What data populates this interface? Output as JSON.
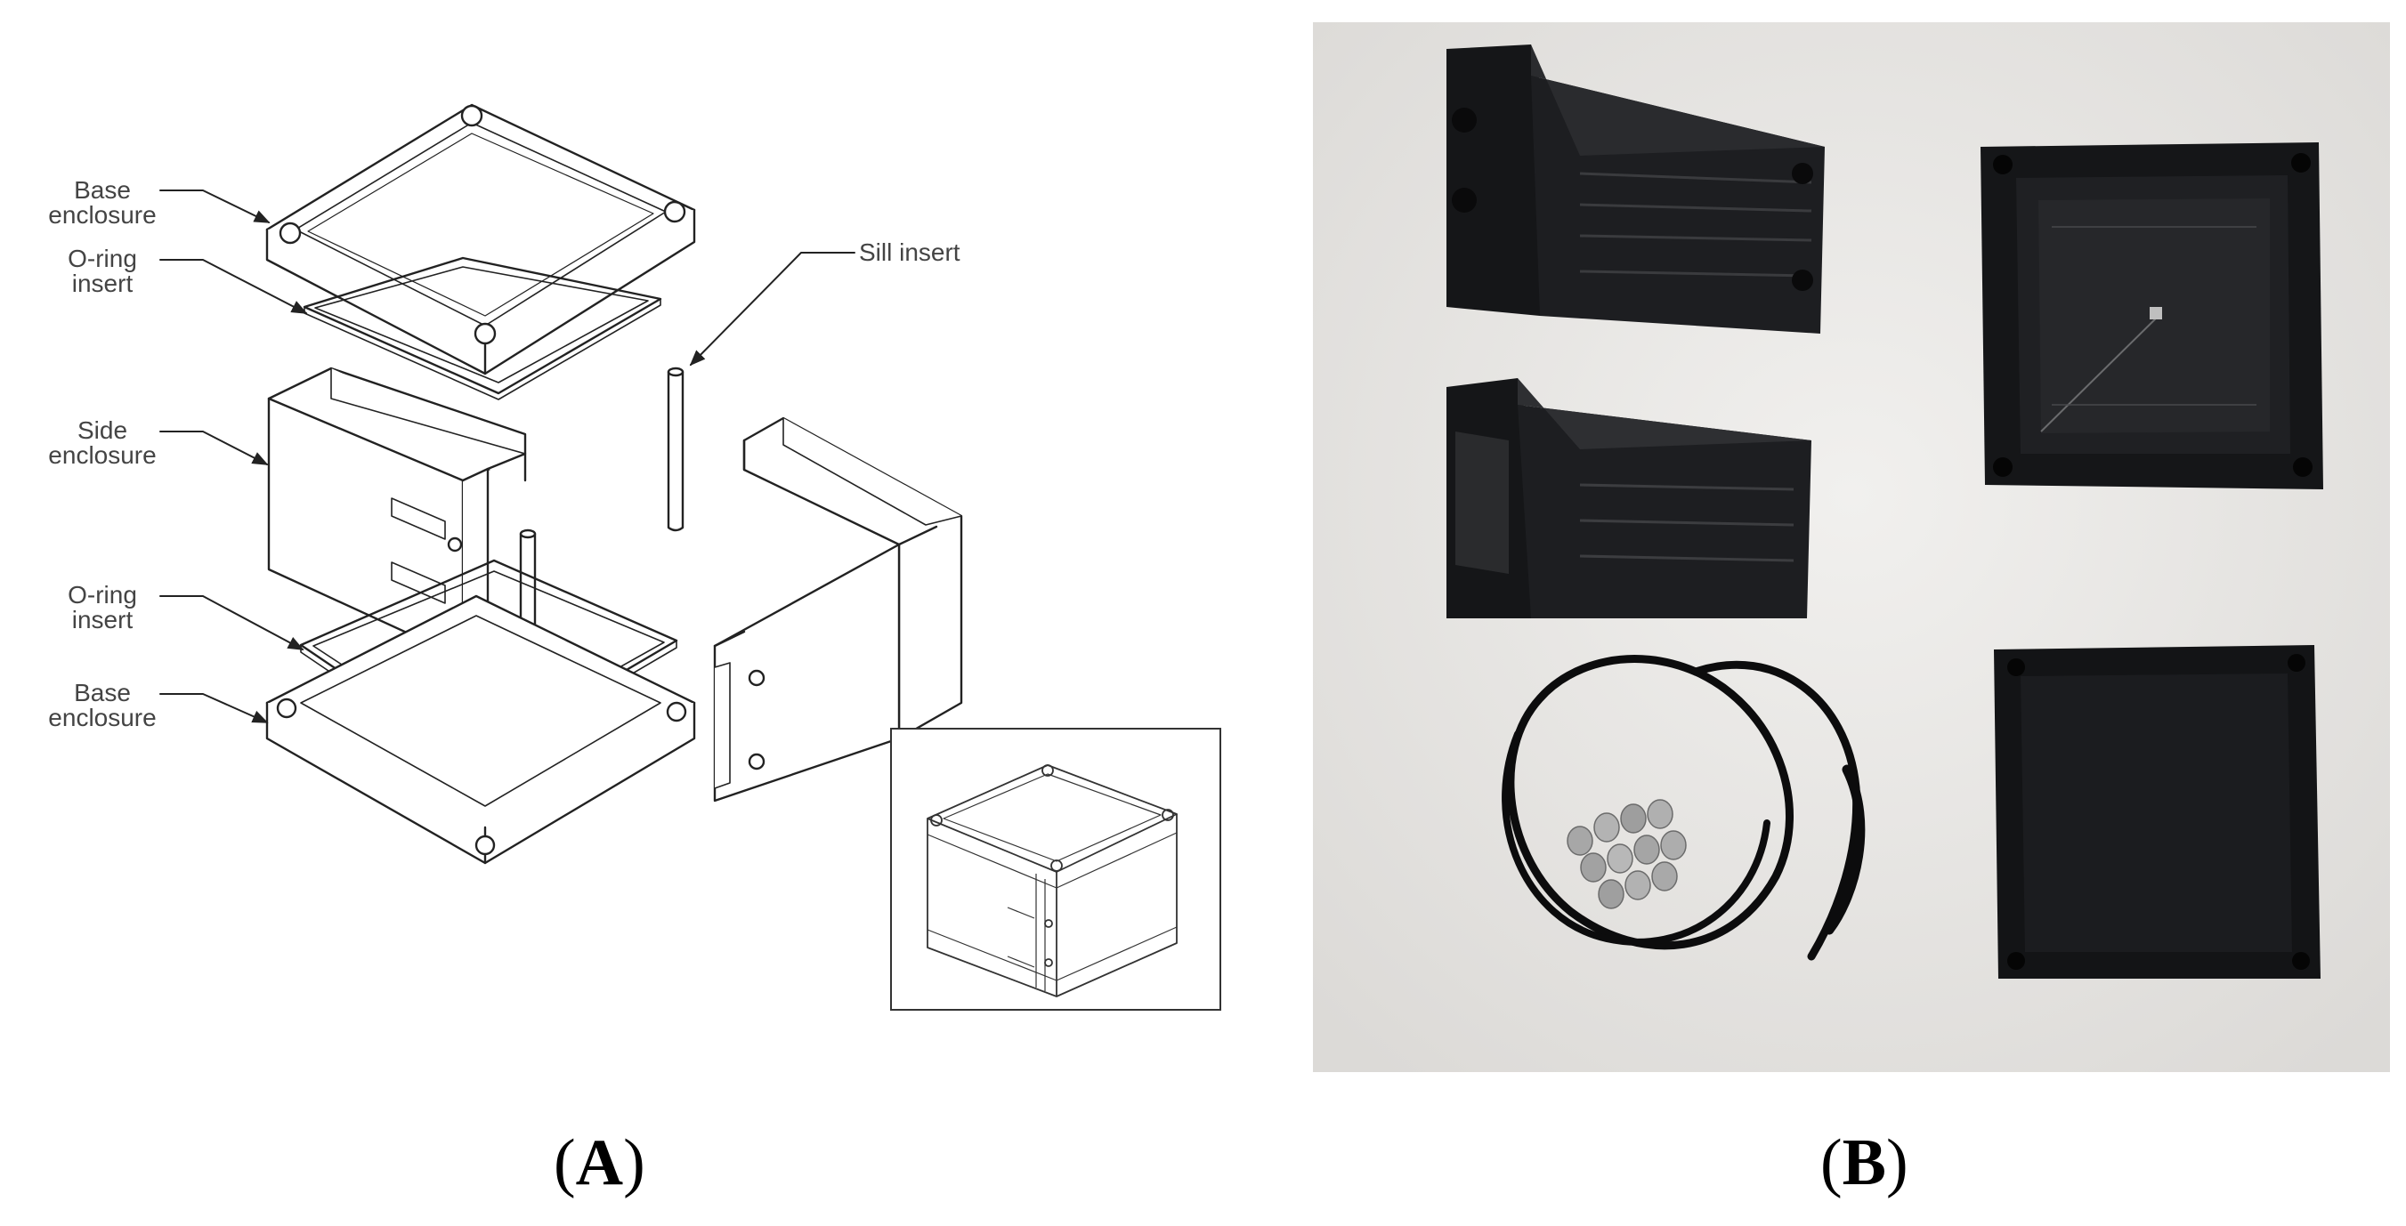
{
  "panel_a": {
    "letter": "A",
    "labels": {
      "base_top": [
        "Base",
        "enclosure"
      ],
      "oring_top": [
        "O-ring",
        "insert"
      ],
      "side": [
        "Side",
        "enclosure"
      ],
      "oring_bottom": [
        "O-ring",
        "insert"
      ],
      "base_bottom": [
        "Base",
        "enclosure"
      ],
      "sill": "Sill insert"
    }
  },
  "panel_b": {
    "letter": "B"
  },
  "colors": {
    "line": "#222222",
    "label": "#444444",
    "photo_background": "#e9e8e6",
    "part_black": "#1b1c1e"
  },
  "icons": [
    "leader-arrow"
  ]
}
